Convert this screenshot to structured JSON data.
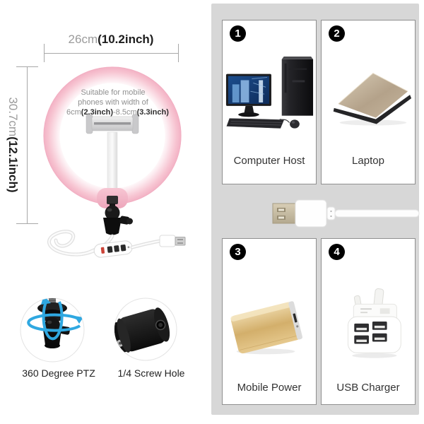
{
  "dimensions": {
    "width": {
      "metric": "26cm",
      "imperial": "(10.2inch)"
    },
    "height": {
      "metric": "30.7cm",
      "imperial": "(12.1inch)"
    }
  },
  "ring_note": {
    "line1": "Suitable for mobile",
    "line2": "phones with width of",
    "line3": [
      "6cm",
      "(2.3inch)",
      "-8.5cm",
      "(3.3inch)"
    ]
  },
  "features": [
    {
      "label": "360 Degree PTZ"
    },
    {
      "label": "1/4 Screw Hole"
    }
  ],
  "panel": {
    "items": [
      {
        "number": "1",
        "label": "Computer Host",
        "icon": "desktop-computer"
      },
      {
        "number": "2",
        "label": "Laptop",
        "icon": "laptop"
      },
      {
        "number": "3",
        "label": "Mobile Power",
        "icon": "power-bank"
      },
      {
        "number": "4",
        "label": "USB Charger",
        "icon": "uk-usb-charger"
      }
    ],
    "connector_icon": "usb-cable"
  },
  "colors": {
    "panel_bg": "#d7d7d7",
    "ring_pink": "#f1aabf",
    "arrow_blue": "#2fa8e1",
    "power_bank_gold": "#d3af6b",
    "badge_bg": "#000000",
    "badge_text": "#ffffff"
  }
}
